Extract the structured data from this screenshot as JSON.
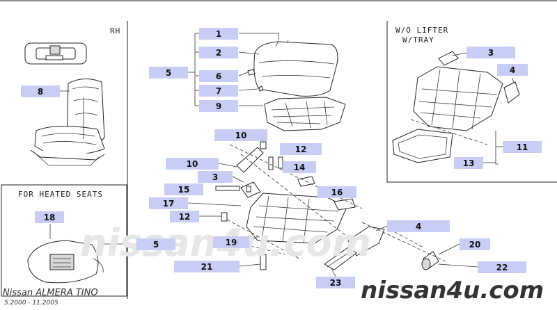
{
  "headers": {
    "rh": "RH",
    "wo_lifter": "W/O LIFTER",
    "w_tray": "W/TRAY",
    "heated_seats": "FOR HEATED SEATS"
  },
  "footer": {
    "model": "Nissan ALMERA TINO",
    "dates": "5.2000 - 11.2005"
  },
  "watermark": {
    "text": "nissan4u.com",
    "color": "#e6e6e6",
    "dark_color": "#333333"
  },
  "colors": {
    "label_box": "#c7cdf5",
    "line": "#222222"
  },
  "parts": [
    {
      "id": "p1",
      "label": "1"
    },
    {
      "id": "p2",
      "label": "2"
    },
    {
      "id": "p5a",
      "label": "5"
    },
    {
      "id": "p6",
      "label": "6"
    },
    {
      "id": "p7",
      "label": "7"
    },
    {
      "id": "p8",
      "label": "8"
    },
    {
      "id": "p9",
      "label": "9"
    },
    {
      "id": "p10a",
      "label": "10"
    },
    {
      "id": "p12a",
      "label": "12"
    },
    {
      "id": "p10b",
      "label": "10"
    },
    {
      "id": "p14",
      "label": "14"
    },
    {
      "id": "p3a",
      "label": "3"
    },
    {
      "id": "p15",
      "label": "15"
    },
    {
      "id": "p16",
      "label": "16"
    },
    {
      "id": "p17",
      "label": "17"
    },
    {
      "id": "p12b",
      "label": "12"
    },
    {
      "id": "p18",
      "label": "18"
    },
    {
      "id": "p5b",
      "label": "5"
    },
    {
      "id": "p19",
      "label": "19"
    },
    {
      "id": "p4a",
      "label": "4"
    },
    {
      "id": "p20",
      "label": "20"
    },
    {
      "id": "p21",
      "label": "21"
    },
    {
      "id": "p22",
      "label": "22"
    },
    {
      "id": "p23",
      "label": "23"
    },
    {
      "id": "p3b",
      "label": "3"
    },
    {
      "id": "p4b",
      "label": "4"
    },
    {
      "id": "p11",
      "label": "11"
    },
    {
      "id": "p13",
      "label": "13"
    }
  ]
}
